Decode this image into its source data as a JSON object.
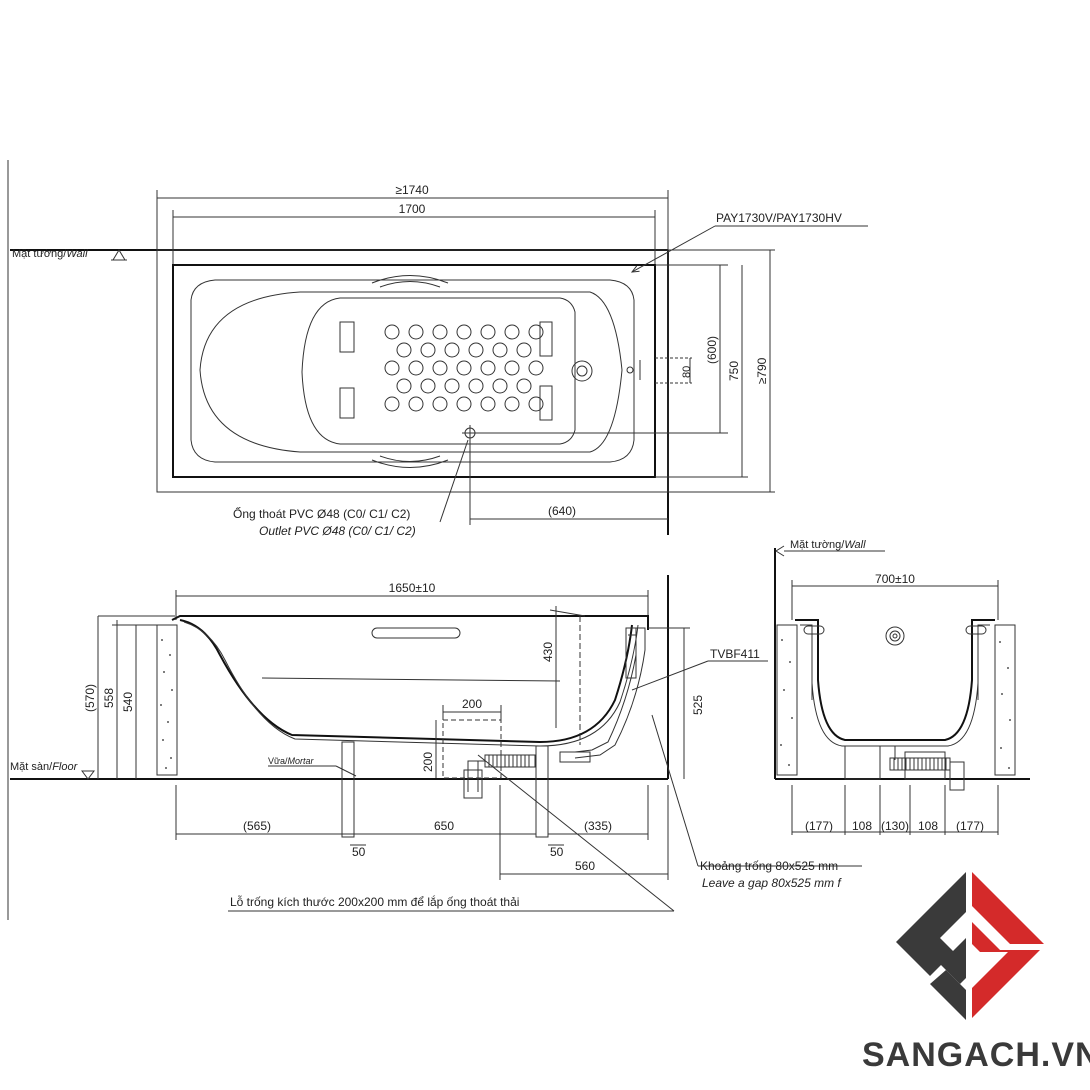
{
  "top_view": {
    "overall_width_label": "≥1740",
    "tub_length_label": "1700",
    "model_label": "PAY1730V/PAY1730HV",
    "wall_label_vi": "Mặt tường/",
    "wall_label_en": "Wall",
    "dim_600": "(600)",
    "dim_750": "750",
    "dim_790": "≥790",
    "dim_80": "80",
    "dim_640": "(640)",
    "outlet_vi": "Ống thoát PVC Ø48 (C0/ C1/ C2)",
    "outlet_en": "Outlet PVC Ø48 (C0/ C1/ C2)"
  },
  "side_view": {
    "length_label": "1650±10",
    "dim_570": "(570)",
    "dim_558": "558",
    "dim_540": "540",
    "dim_430": "430",
    "dim_525": "525",
    "dim_200_w": "200",
    "dim_200_h": "200",
    "drain_model": "TVBF411",
    "floor_label_vi": "Mặt sàn/",
    "floor_label_en": "Floor",
    "mortar_label_vi": "Vữa/",
    "mortar_label_en": "Mortar",
    "dim_565": "(565)",
    "dim_650": "650",
    "dim_335": "(335)",
    "dim_50_left": "50",
    "dim_50_right": "50",
    "dim_560": "560",
    "gap_vi": "Khoảng trống 80x525 mm",
    "gap_en": "Leave a gap 80x525 mm f",
    "hole_note": "Lỗ trống kích thước 200x200 mm để lắp ống thoát thải"
  },
  "end_view": {
    "wall_label_vi": "Mặt tường/",
    "wall_label_en": "Wall",
    "width_label": "700±10",
    "bottom_dims": [
      "(177)",
      "108",
      "(130)",
      "108",
      "(177)"
    ]
  },
  "brand": {
    "logo_letters": "SG",
    "website": "SANGACH.VN",
    "logo_dark": "#3a3a3a",
    "logo_red": "#d42a2a"
  }
}
